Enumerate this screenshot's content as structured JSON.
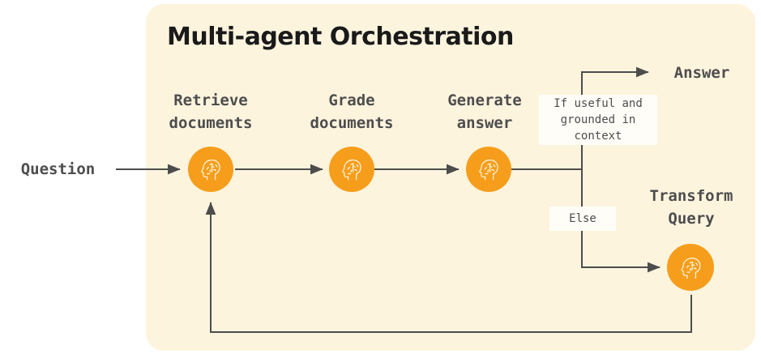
{
  "diagram": {
    "title": "Multi-agent Orchestration",
    "panel_color": "#fdf4de",
    "node_color": "#f69e1c",
    "line_color": "#4d4d4d",
    "text_color": "#4d4d4d"
  },
  "io": {
    "input_label": "Question",
    "output_label": "Answer"
  },
  "nodes": [
    {
      "id": "retrieve",
      "label": "Retrieve\ndocuments",
      "icon": "brain-head-icon"
    },
    {
      "id": "grade",
      "label": "Grade\ndocuments",
      "icon": "brain-head-icon"
    },
    {
      "id": "generate",
      "label": "Generate\nanswer",
      "icon": "brain-head-icon"
    },
    {
      "id": "transform",
      "label": "Transform\nQuery",
      "icon": "brain-head-icon"
    }
  ],
  "conditions": [
    {
      "id": "useful",
      "label": "If useful and\ngrounded in\ncontext"
    },
    {
      "id": "else",
      "label": "Else"
    }
  ]
}
